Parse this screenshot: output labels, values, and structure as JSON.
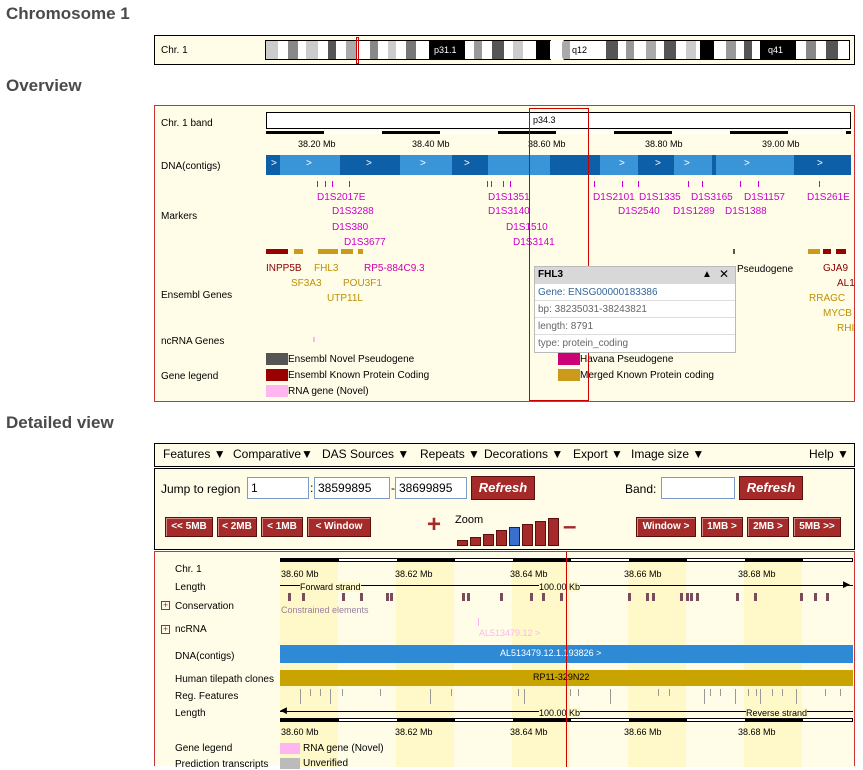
{
  "titles": {
    "chromosome": "Chromosome 1",
    "overview": "Overview",
    "detailed": "Detailed view"
  },
  "ideogram": {
    "label": "Chr. 1",
    "bands": [
      "p31.1",
      "q12",
      "q41"
    ]
  },
  "overview": {
    "row_labels": {
      "band": "Chr. 1 band",
      "contigs": "DNA(contigs)",
      "markers": "Markers",
      "genes": "Ensembl Genes",
      "ncrna": "ncRNA Genes",
      "legend": "Gene legend"
    },
    "band_name": "p34.3",
    "scale": [
      "38.20 Mb",
      "38.40 Mb",
      "38.60 Mb",
      "38.80 Mb",
      "39.00 Mb"
    ],
    "markers": [
      "D1S2017E",
      "D1S3288",
      "D1S380",
      "D1S3677",
      "D1S1351",
      "D1S3140",
      "D1S1510",
      "D1S3141",
      "D1S2101",
      "D1S1335",
      "D1S3165",
      "D1S1157",
      "D1S261E",
      "D1S2540",
      "D1S1289",
      "D1S1388"
    ],
    "genes": [
      "INPP5B",
      "FHL3",
      "RP5-884C9.3",
      "SF3A3",
      "POU3F1",
      "UTP11L",
      "Pseudogene",
      "GJA9",
      "AL1",
      "RRAGC",
      "MYCB",
      "RHI"
    ],
    "legend": [
      {
        "label": "Ensembl Novel Pseudogene",
        "color": "#555555"
      },
      {
        "label": "Ensembl Known Protein Coding",
        "color": "#990000"
      },
      {
        "label": "RNA gene (Novel)",
        "color": "#ffb6f0"
      },
      {
        "label": "Havana Pseudogene",
        "color": "#cc0077"
      },
      {
        "label": "Merged Known Protein coding",
        "color": "#cc9a1a"
      }
    ]
  },
  "popup": {
    "title": "FHL3",
    "gene_label": "Gene: ",
    "gene_id": "ENSG00000183386",
    "bp": "bp: 38235031-38243821",
    "length": "length: 8791",
    "type": "type: protein_coding"
  },
  "menu": [
    "Features ▼",
    "Comparative▼",
    "DAS Sources ▼",
    "Repeats ▼",
    "Decorations ▼",
    "Export ▼",
    "Image size ▼",
    "Help ▼"
  ],
  "jump": {
    "label": "Jump to region",
    "chr": "1",
    "start": "38599895",
    "end": "38699895",
    "refresh": "Refresh",
    "band_label": "Band:",
    "band_value": ""
  },
  "nav": {
    "left": [
      "<< 5MB",
      "< 2MB",
      "< 1MB",
      "< Window"
    ],
    "right": [
      "Window >",
      "1MB >",
      "2MB >",
      "5MB >>"
    ],
    "zoom_label": "Zoom",
    "zoom_level": 5,
    "zoom_steps": 8
  },
  "detail": {
    "labels": [
      "Chr. 1",
      "Length",
      "Conservation",
      "ncRNA",
      "DNA(contigs)",
      "Human tilepath clones",
      "Reg. Features",
      "Length",
      "Gene legend",
      "Prediction transcripts"
    ],
    "scale": [
      "38.60 Mb",
      "38.62 Mb",
      "38.64 Mb",
      "38.66 Mb",
      "38.68 Mb"
    ],
    "forward": "Forward strand",
    "reverse": "Reverse strand",
    "length_value": "100.00 Kb",
    "constrained": "Constrained elements",
    "ncrna_feature": "AL513479.12 >",
    "contig": "AL513479.12.1.193826 >",
    "clone": "RP11-329N22",
    "legend_rna": "RNA gene (Novel)",
    "legend_unverified": "Unverified"
  },
  "colors": {
    "accent": "#a52a2a",
    "panel_bg": "#fffde8",
    "red_outline": "#cc3333",
    "contig_dark": "#0d5fa8",
    "contig_light": "#3a94d8",
    "clone": "#c9a400"
  }
}
